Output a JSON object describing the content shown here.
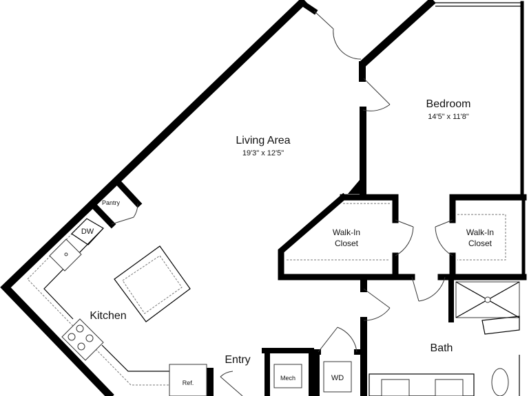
{
  "rooms": {
    "living": {
      "name": "Living Area",
      "dims": "19'3\" x 12'5\""
    },
    "bedroom": {
      "name": "Bedroom",
      "dims": "14'5\" x 11'8\""
    },
    "kitchen": {
      "name": "Kitchen"
    },
    "entry": {
      "name": "Entry"
    },
    "bath": {
      "name": "Bath"
    },
    "closet_left": {
      "line1": "Walk-In",
      "line2": "Closet"
    },
    "closet_right": {
      "line1": "Walk-In",
      "line2": "Closet"
    },
    "pantry": {
      "name": "Pantry"
    },
    "dishwasher": {
      "name": "DW"
    },
    "refrigerator": {
      "name": "Ref."
    },
    "mechanical": {
      "name": "Mech"
    },
    "washer_dryer": {
      "name": "WD"
    }
  }
}
